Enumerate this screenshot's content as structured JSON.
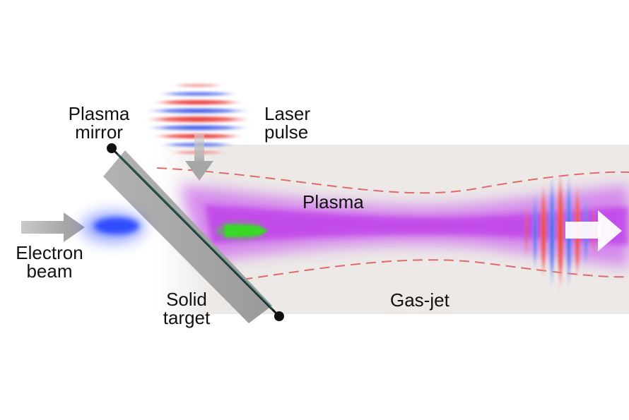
{
  "labels": {
    "plasma_mirror_line1": "Plasma",
    "plasma_mirror_line2": "mirror",
    "laser_pulse_line1": "Laser",
    "laser_pulse_line2": "pulse",
    "electron_beam_line1": "Electron",
    "electron_beam_line2": "beam",
    "solid_target_line1": "Solid",
    "solid_target_line2": "target",
    "plasma": "Plasma",
    "gas_jet": "Gas-jet"
  },
  "colors": {
    "gas_jet_band": "#ece9e7",
    "plasma_glow": "#c13bf0",
    "electron_beam": "#1f3cff",
    "green_emission": "#33e01a",
    "arrow_gray": "#b8b8b8",
    "laser_red": "#e8302e",
    "laser_blue": "#3b52e8",
    "dashed_envelope": "#e06a6a",
    "target_gray": "#a9a9a9"
  }
}
